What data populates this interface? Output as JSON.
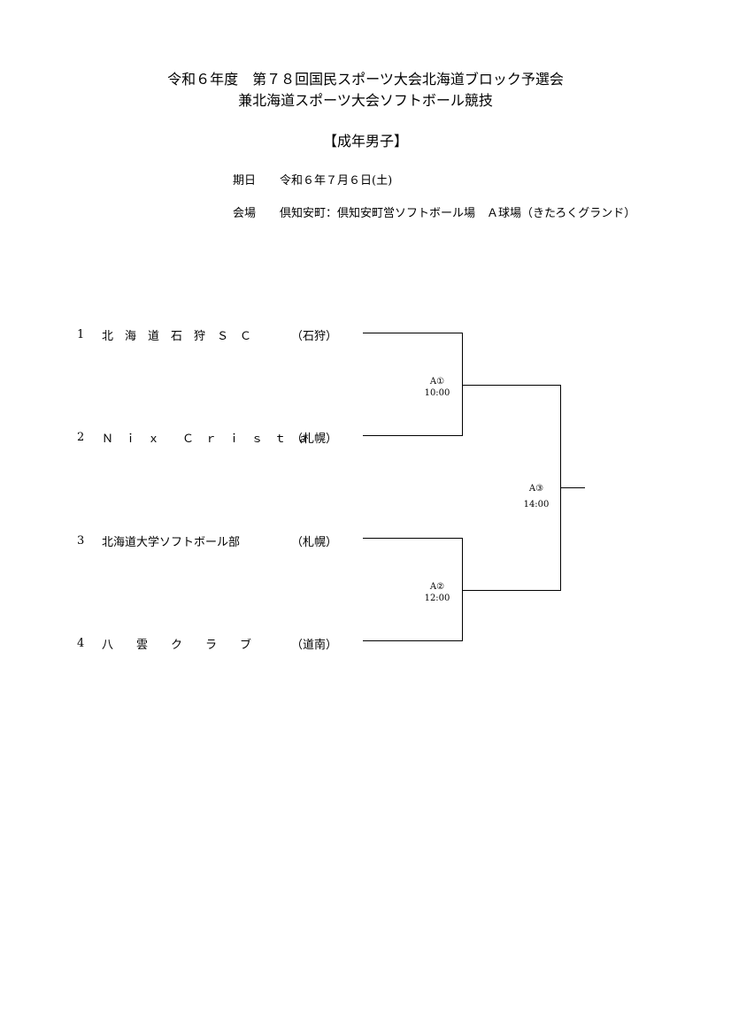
{
  "header": {
    "title_line1": "令和６年度　第７８回国民スポーツ大会北海道ブロック予選会",
    "title_line2": "兼北海道スポーツ大会ソフトボール競技",
    "category": "【成年男子】"
  },
  "info": {
    "date_label": "期日",
    "date_value": "令和６年７月６日(土)",
    "venue_label": "会場",
    "venue_value": "倶知安町：倶知安町営ソフトボール場　Ａ球場（きたろくグランド）"
  },
  "teams": [
    {
      "seed": "1",
      "name": "北　海　道　石　狩　Ｓ　Ｃ",
      "region": "（石狩）"
    },
    {
      "seed": "2",
      "name": "Ｎ　ｉ　ｘ　　Ｃ　ｒ　ｉ　ｓ　ｔ　ａ",
      "region": "（札幌）"
    },
    {
      "seed": "3",
      "name": "北海道大学ソフトボール部",
      "region": "（札幌）"
    },
    {
      "seed": "4",
      "name": "八　　雲　　ク　　ラ　　ブ",
      "region": "（道南）"
    }
  ],
  "matches": [
    {
      "id": "A①",
      "time": "10:00"
    },
    {
      "id": "A②",
      "time": "12:00"
    },
    {
      "id": "A③",
      "time": "14:00"
    }
  ]
}
